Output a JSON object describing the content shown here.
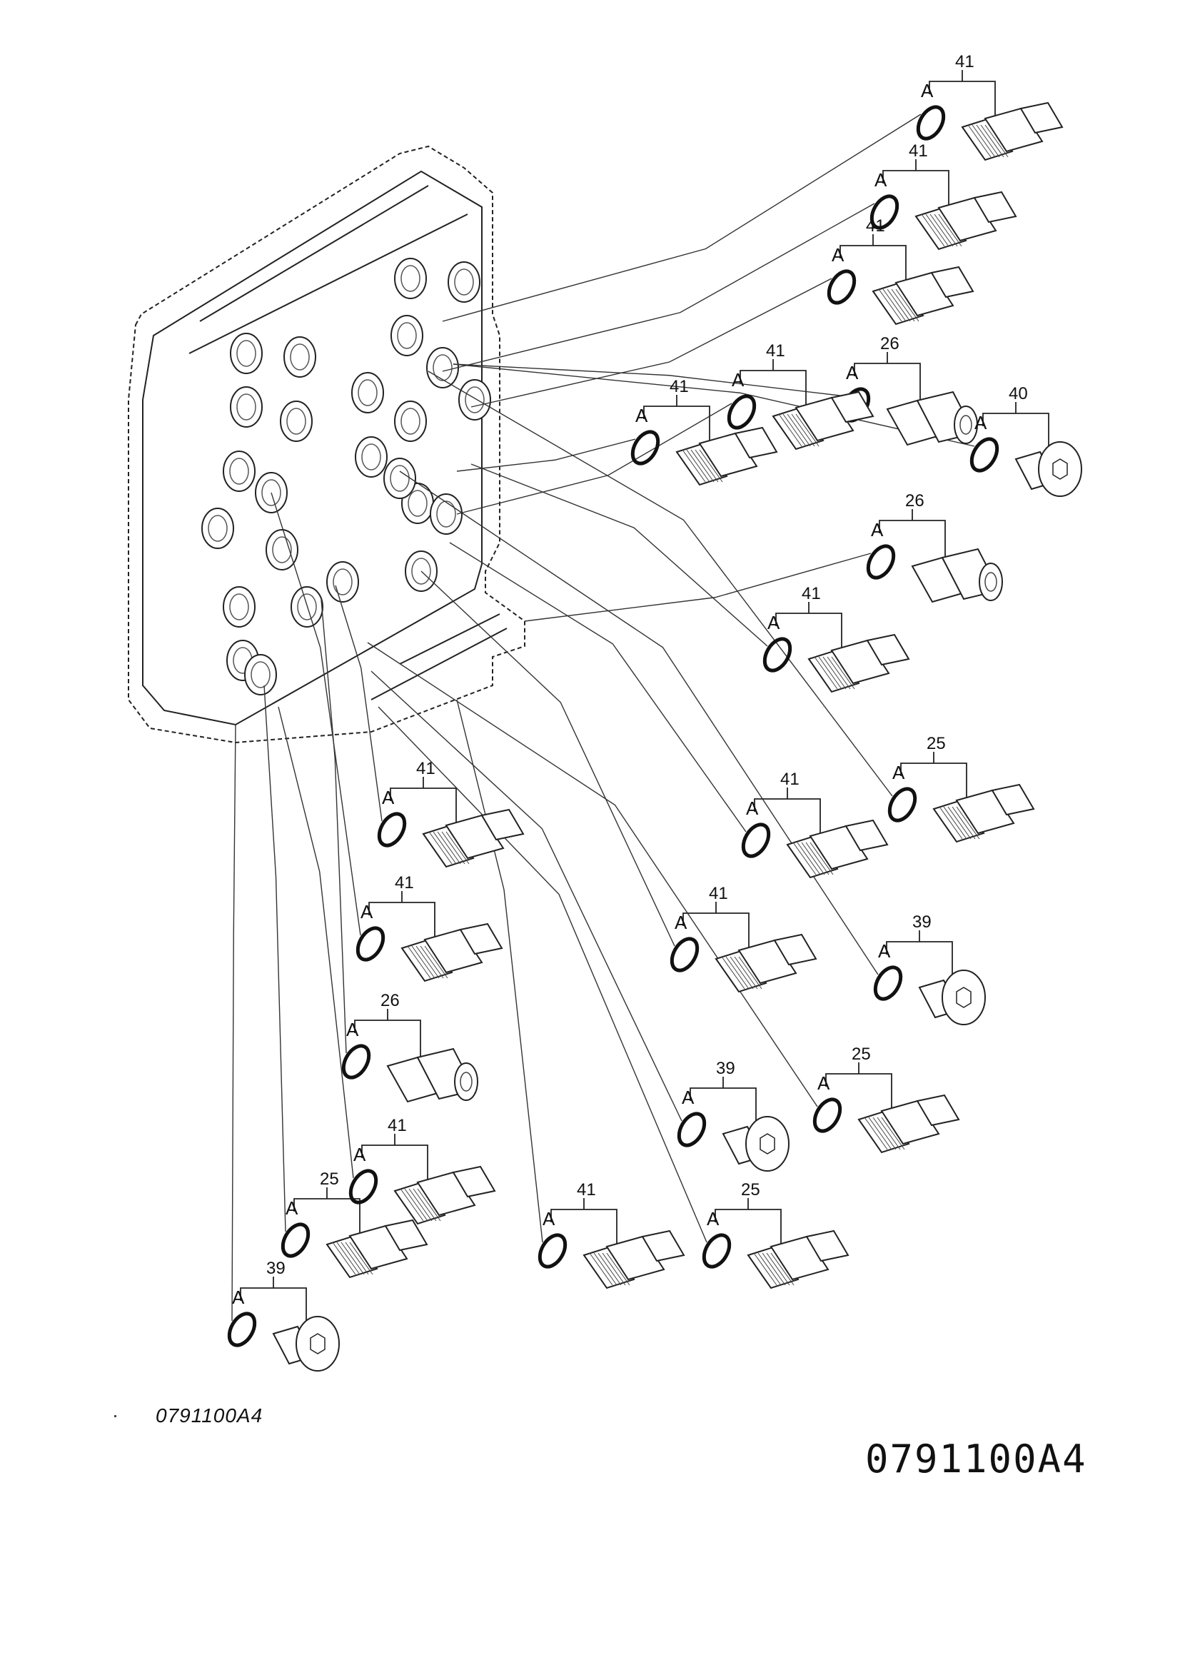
{
  "drawing": {
    "code_small": "0791100A4",
    "code_large": "0791100A4"
  },
  "parts": [
    {
      "ref": "41",
      "letter": "A",
      "type": "fitting"
    },
    {
      "ref": "41",
      "letter": "A",
      "type": "fitting"
    },
    {
      "ref": "41",
      "letter": "A",
      "type": "fitting"
    },
    {
      "ref": "26",
      "letter": "A",
      "type": "adapter"
    },
    {
      "ref": "40",
      "letter": "A",
      "type": "plug"
    },
    {
      "ref": "41",
      "letter": "A",
      "type": "fitting"
    },
    {
      "ref": "41",
      "letter": "A",
      "type": "fitting"
    },
    {
      "ref": "26",
      "letter": "A",
      "type": "adapter"
    },
    {
      "ref": "41",
      "letter": "A",
      "type": "fitting"
    },
    {
      "ref": "25",
      "letter": "A",
      "type": "fitting"
    },
    {
      "ref": "41",
      "letter": "A",
      "type": "fitting"
    },
    {
      "ref": "41",
      "letter": "A",
      "type": "fitting"
    },
    {
      "ref": "39",
      "letter": "A",
      "type": "plug"
    },
    {
      "ref": "41",
      "letter": "A",
      "type": "fitting"
    },
    {
      "ref": "41",
      "letter": "A",
      "type": "fitting"
    },
    {
      "ref": "26",
      "letter": "A",
      "type": "adapter"
    },
    {
      "ref": "25",
      "letter": "A",
      "type": "fitting"
    },
    {
      "ref": "39",
      "letter": "A",
      "type": "plug"
    },
    {
      "ref": "41",
      "letter": "A",
      "type": "fitting"
    },
    {
      "ref": "25",
      "letter": "A",
      "type": "fitting"
    },
    {
      "ref": "41",
      "letter": "A",
      "type": "fitting"
    },
    {
      "ref": "25",
      "letter": "A",
      "type": "fitting"
    },
    {
      "ref": "39",
      "letter": "A",
      "type": "plug"
    }
  ]
}
